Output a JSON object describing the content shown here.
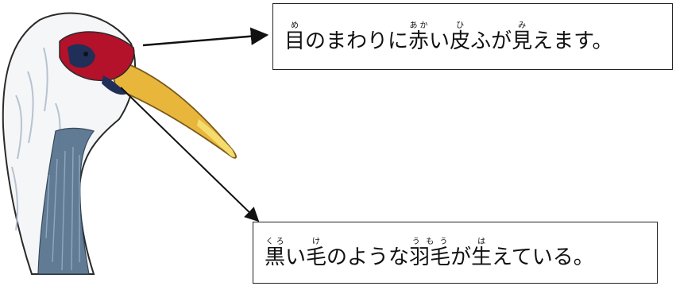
{
  "illustration": {
    "subject-icon": "red-crowned-crane-head-illustration",
    "colors": {
      "plumage_white": "#f4f6f8",
      "feather_shadow": "#b7c3cf",
      "neck_blue_gray": "#5b7590",
      "face_red": "#b3122a",
      "face_dark_blue": "#1f2f57",
      "beak_yellow": "#e9b63c",
      "beak_tip": "#f5dc6e",
      "outline": "#2a2a2a"
    }
  },
  "callouts": [
    {
      "id": "red-skin-callout",
      "segments": [
        {
          "kanji": "目",
          "reading": "め"
        },
        {
          "text": "のまわりに"
        },
        {
          "kanji": "赤",
          "reading": "あか"
        },
        {
          "text": "い"
        },
        {
          "kanji": "皮",
          "reading": "ひ"
        },
        {
          "text": "ふが"
        },
        {
          "kanji": "見",
          "reading": "み"
        },
        {
          "text": "えます。"
        }
      ]
    },
    {
      "id": "black-feathers-callout",
      "segments": [
        {
          "kanji": "黒",
          "reading": "くろ"
        },
        {
          "text": "い"
        },
        {
          "kanji": "毛",
          "reading": "け"
        },
        {
          "text": "のような"
        },
        {
          "kanji": "羽毛",
          "reading": "うもう"
        },
        {
          "text": "が"
        },
        {
          "kanji": "生",
          "reading": "は"
        },
        {
          "text": "えている。"
        }
      ]
    }
  ]
}
